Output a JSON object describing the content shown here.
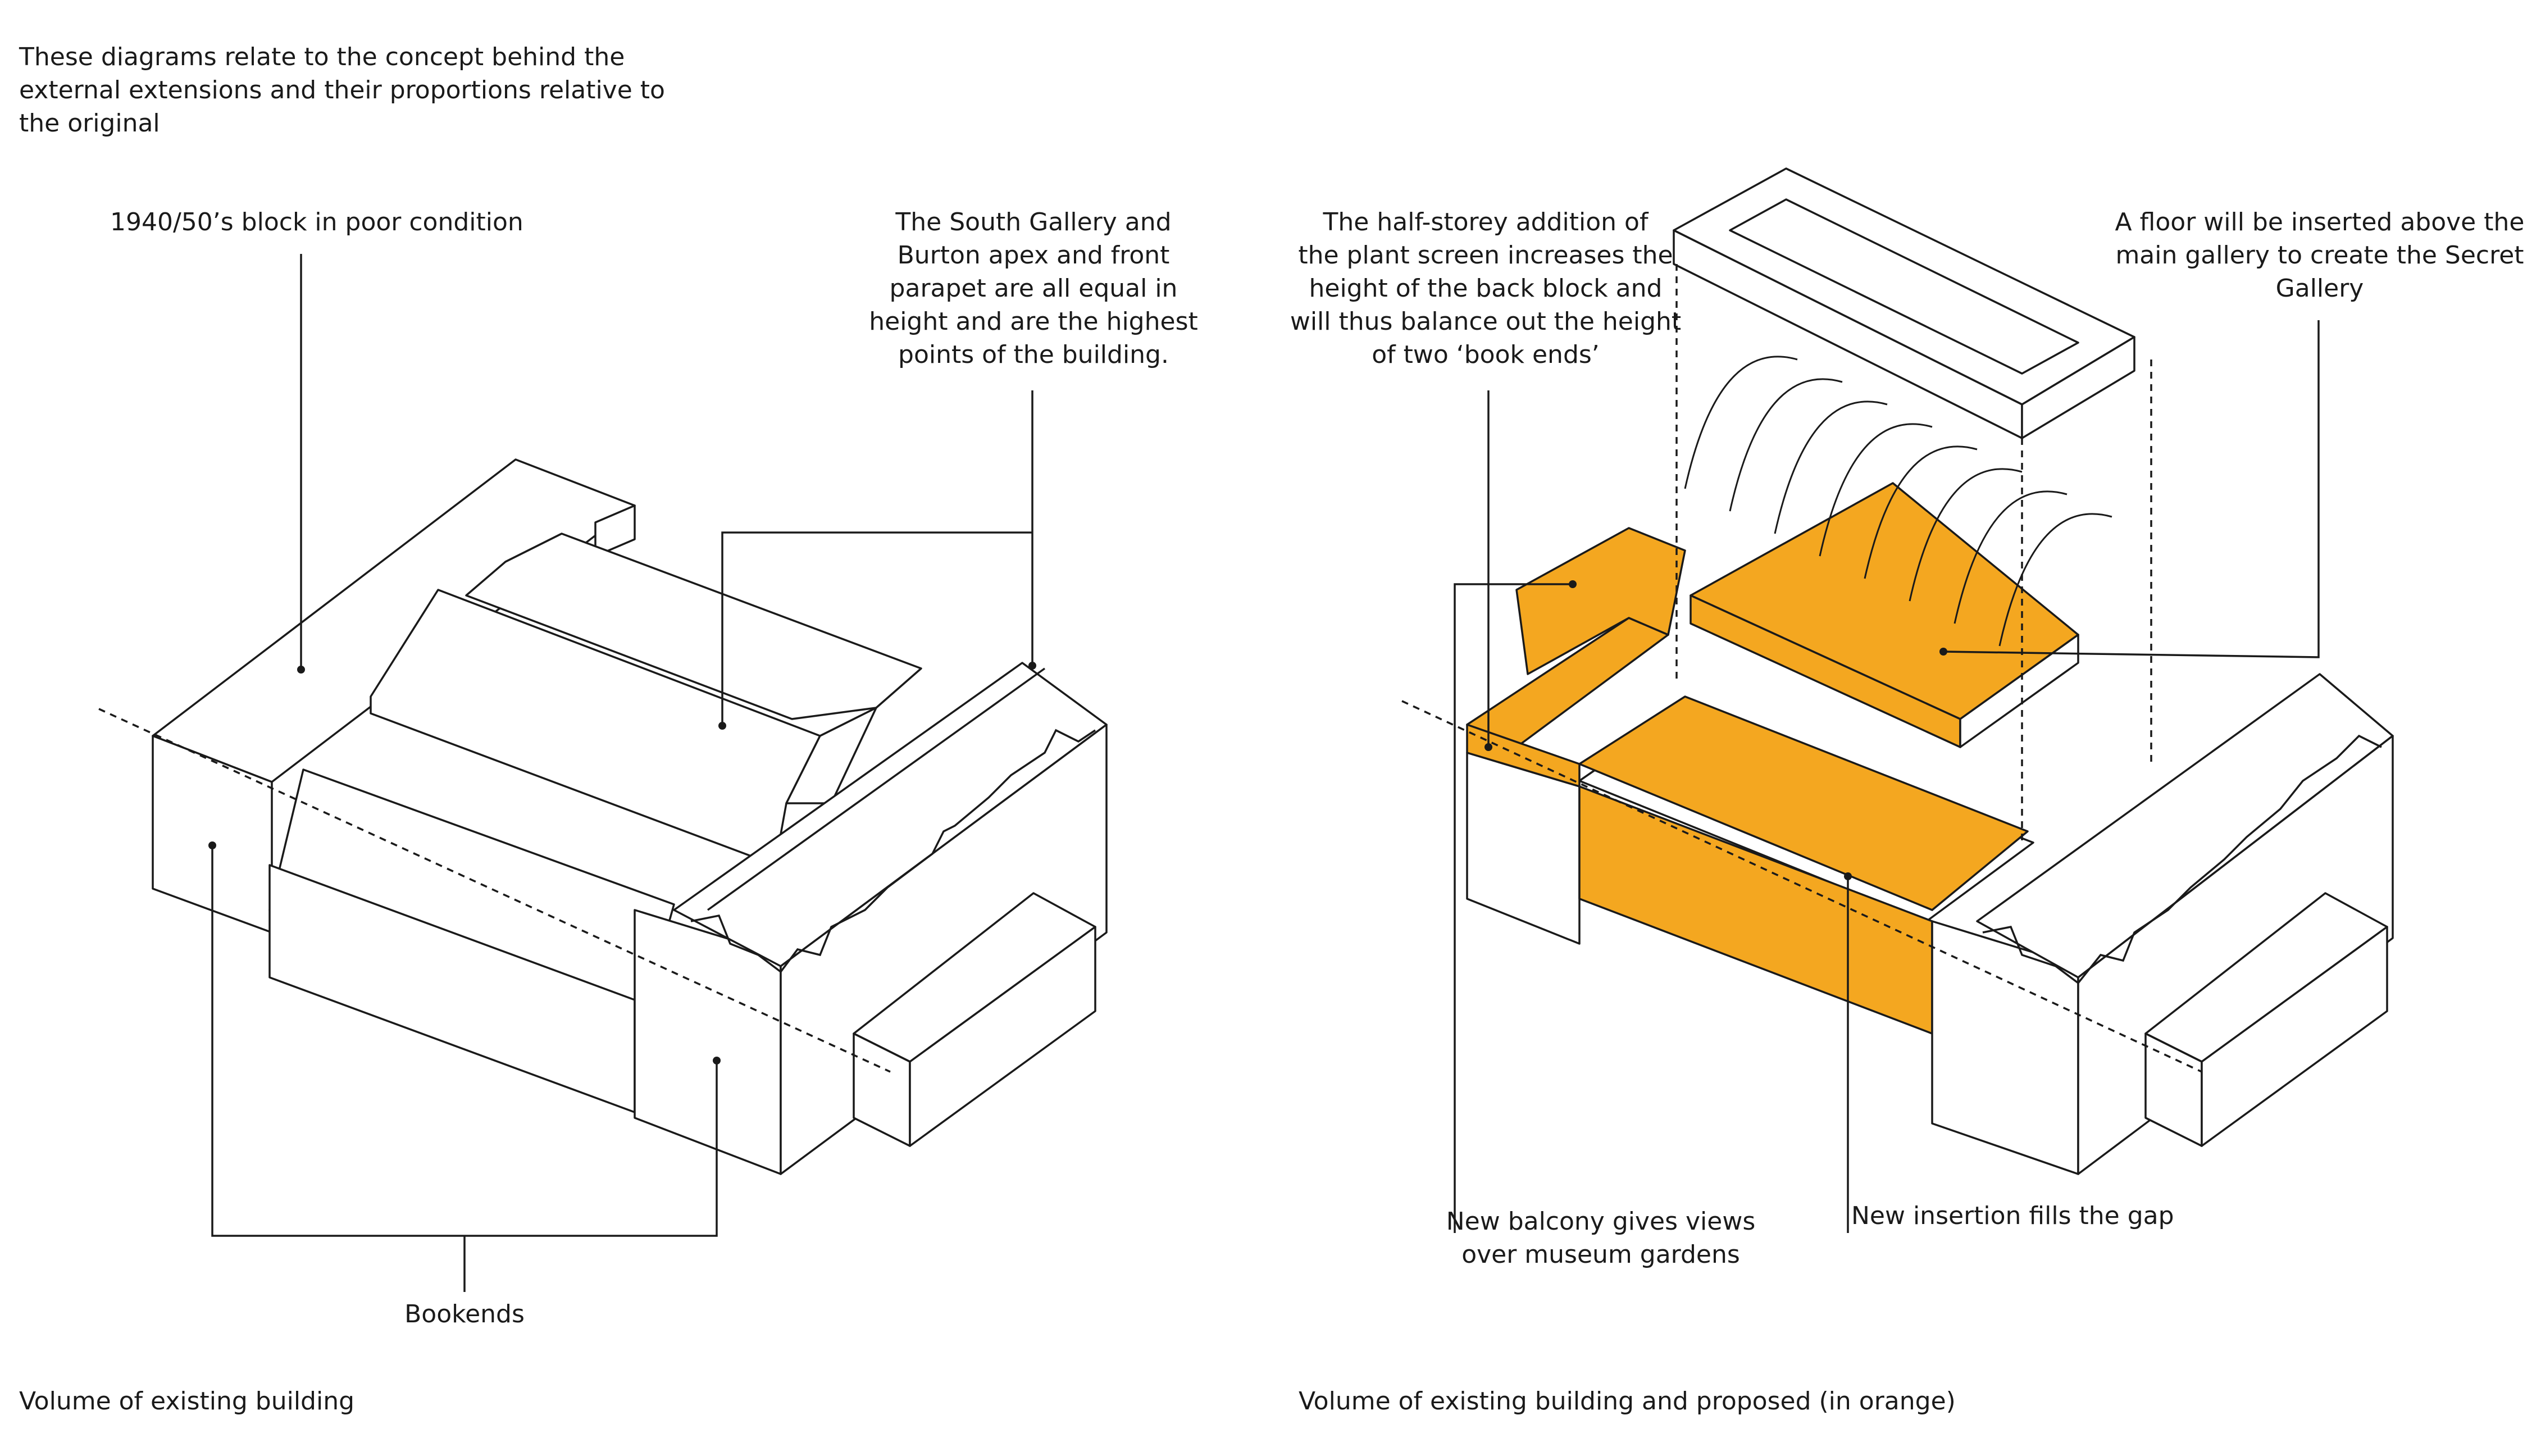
{
  "intro": "These diagrams relate to the concept behind the\nexternal extensions and their proportions relative to\nthe original",
  "left": {
    "label_block": "1940/50’s block in poor condition",
    "label_south": "The South Gallery and\nBurton apex and front\nparapet are all equal in\nheight and are the highest\npoints of the building.",
    "label_bookends": "Bookends",
    "caption": "Volume of existing building"
  },
  "right": {
    "label_half": "The half-storey addition of\nthe plant screen increases the\nheight of the back block and\nwill thus balance out the height\nof two ‘book ends’",
    "label_floor": "A floor will be inserted above the\nmain gallery to create the Secret\nGallery",
    "label_balcony": "New balcony gives views\nover museum gardens",
    "label_insertion": "New insertion fills the gap",
    "caption": "Volume of existing building and proposed (in orange)"
  },
  "colors": {
    "proposed": "#f4a720",
    "line": "#1a1a1a"
  }
}
